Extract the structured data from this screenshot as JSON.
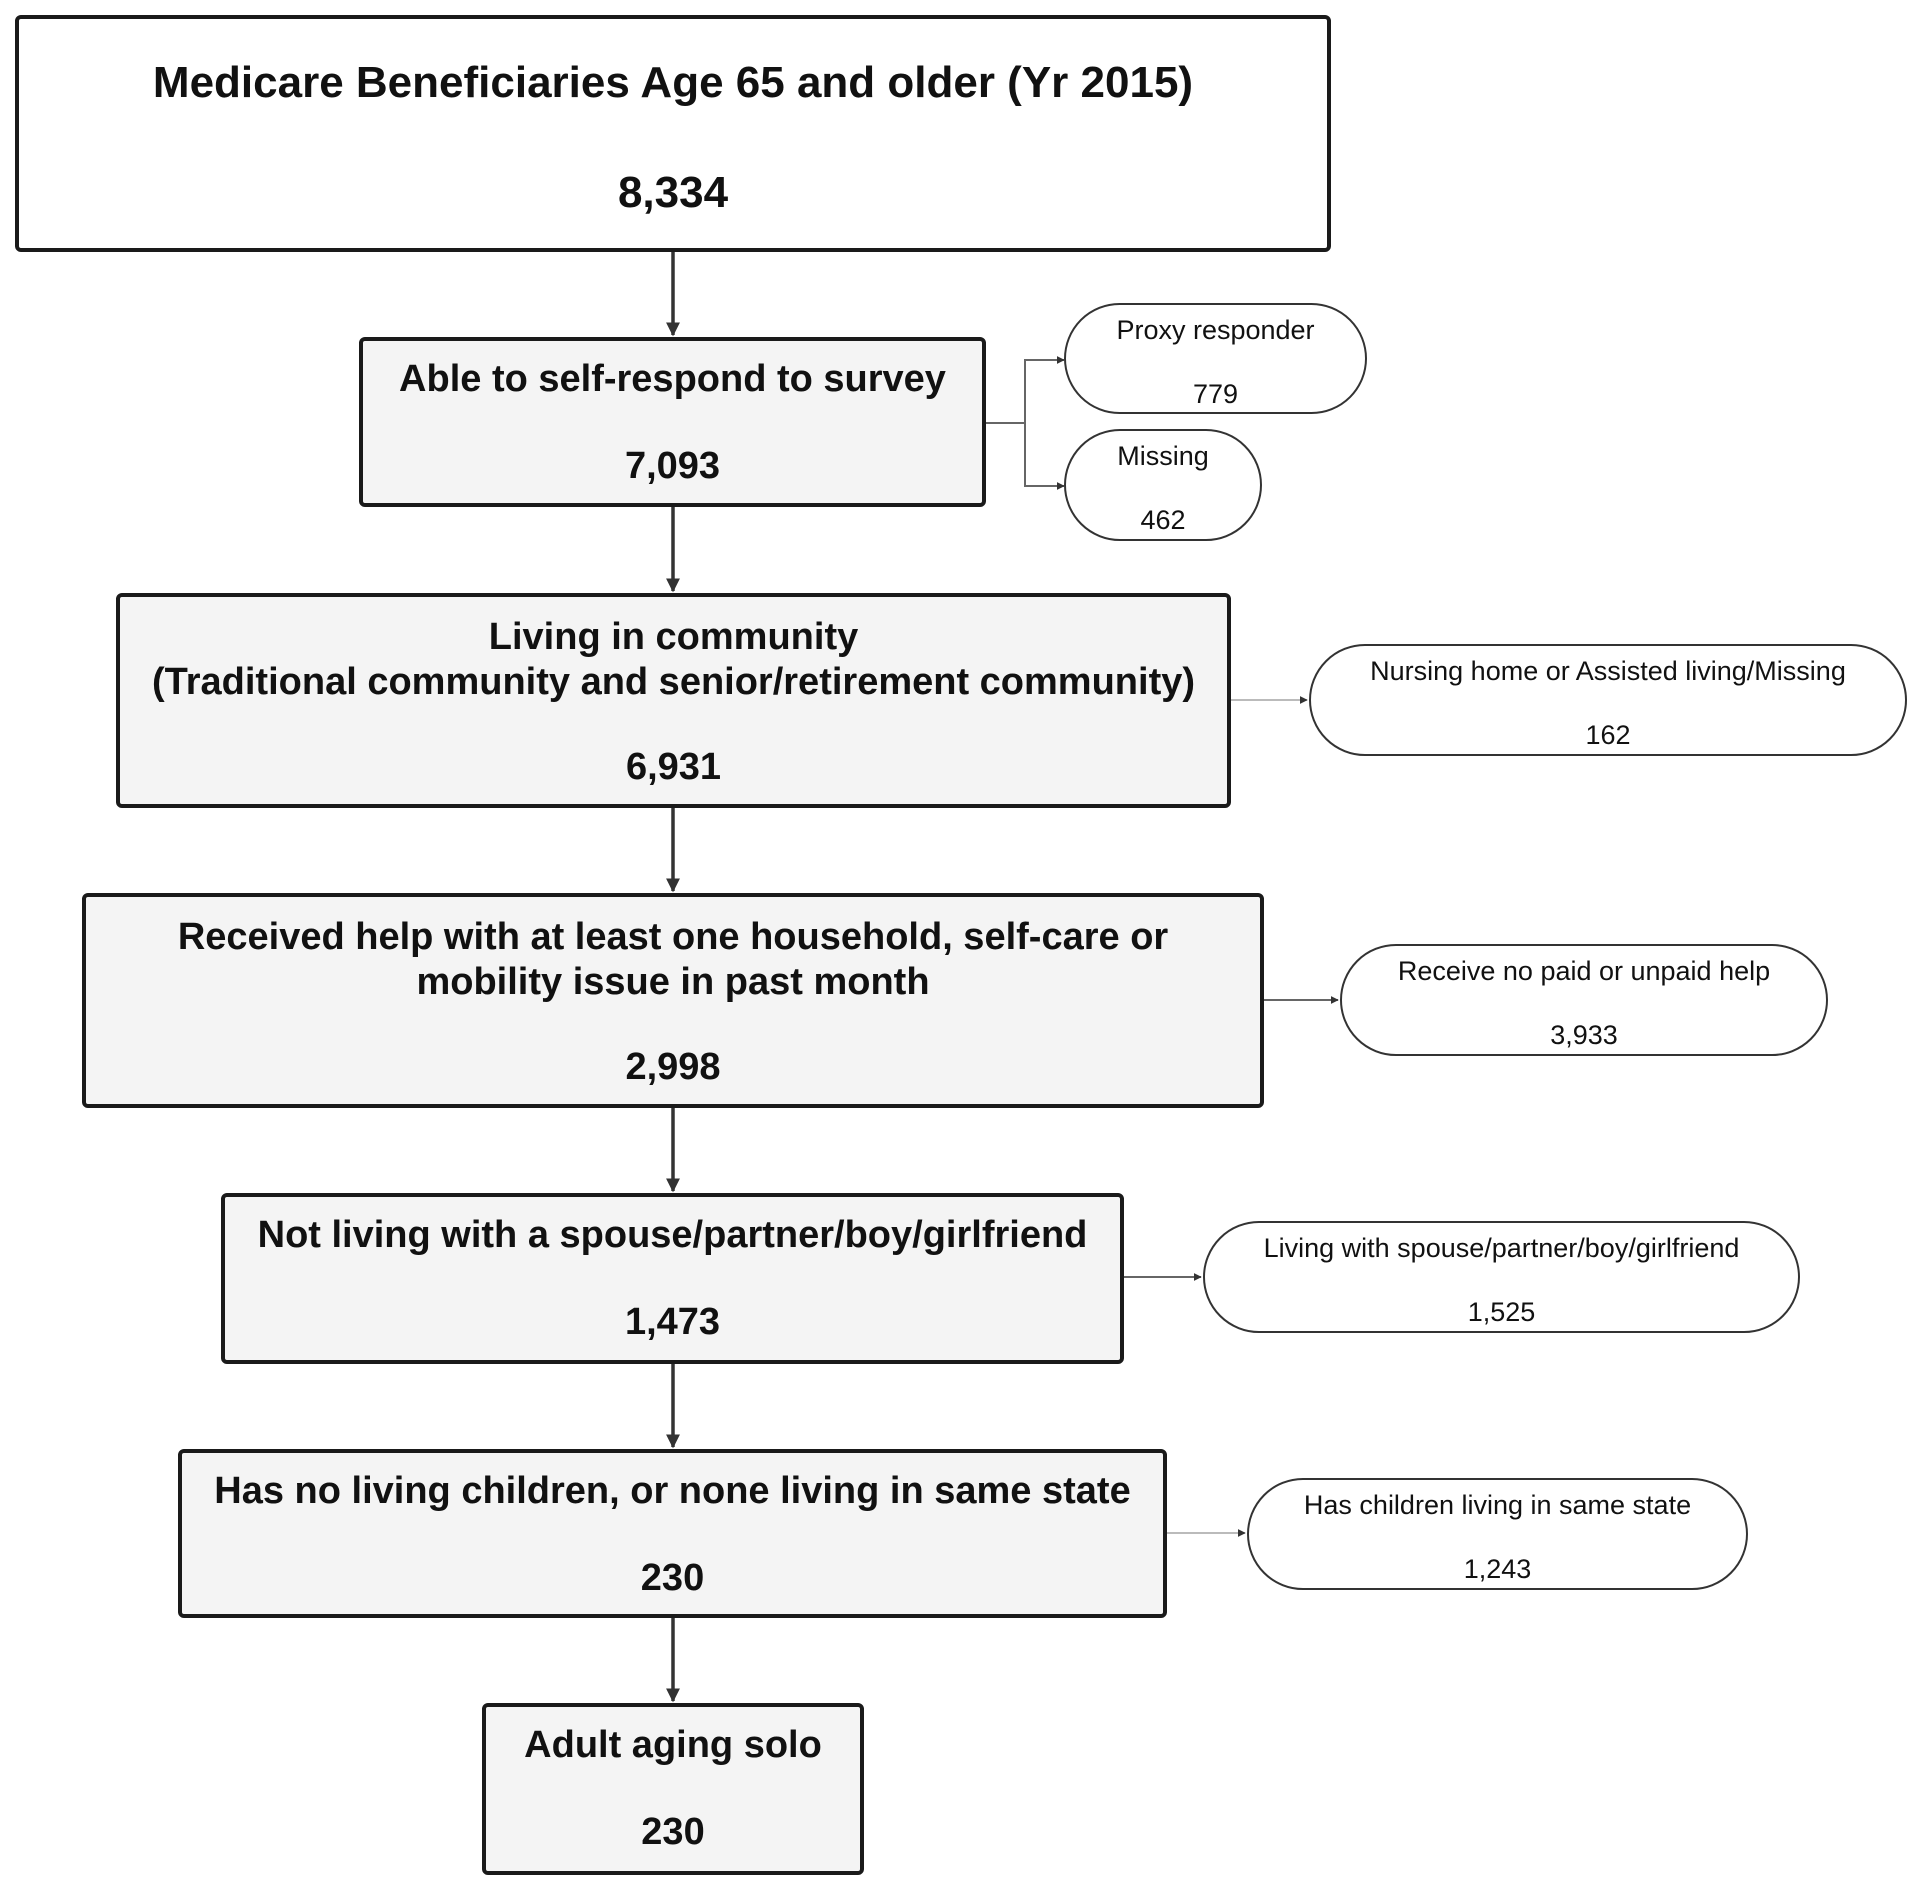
{
  "main_steps": [
    {
      "title": "Medicare Beneficiaries Age 65 and older (Yr 2015)",
      "count": "8,334"
    },
    {
      "title": "Able to self-respond to survey",
      "count": "7,093"
    },
    {
      "title": "Living in community\n(Traditional community and senior/retirement community)",
      "count": "6,931"
    },
    {
      "title": "Received help with at least one household, self-care or\nmobility issue in past month",
      "count": "2,998"
    },
    {
      "title": "Not living with a spouse/partner/boy/girlfriend",
      "count": "1,473"
    },
    {
      "title": "Has no living children, or none living in same state",
      "count": "230"
    },
    {
      "title": "Adult aging solo",
      "count": "230"
    }
  ],
  "exclusions": [
    {
      "title": "Proxy responder",
      "count": "779"
    },
    {
      "title": "Missing",
      "count": "462"
    },
    {
      "title": "Nursing home or Assisted living/Missing",
      "count": "162"
    },
    {
      "title": "Receive no paid or unpaid help",
      "count": "3,933"
    },
    {
      "title": "Living with spouse/partner/boy/girlfriend",
      "count": "1,525"
    },
    {
      "title": "Has children living in same state",
      "count": "1,243"
    }
  ]
}
